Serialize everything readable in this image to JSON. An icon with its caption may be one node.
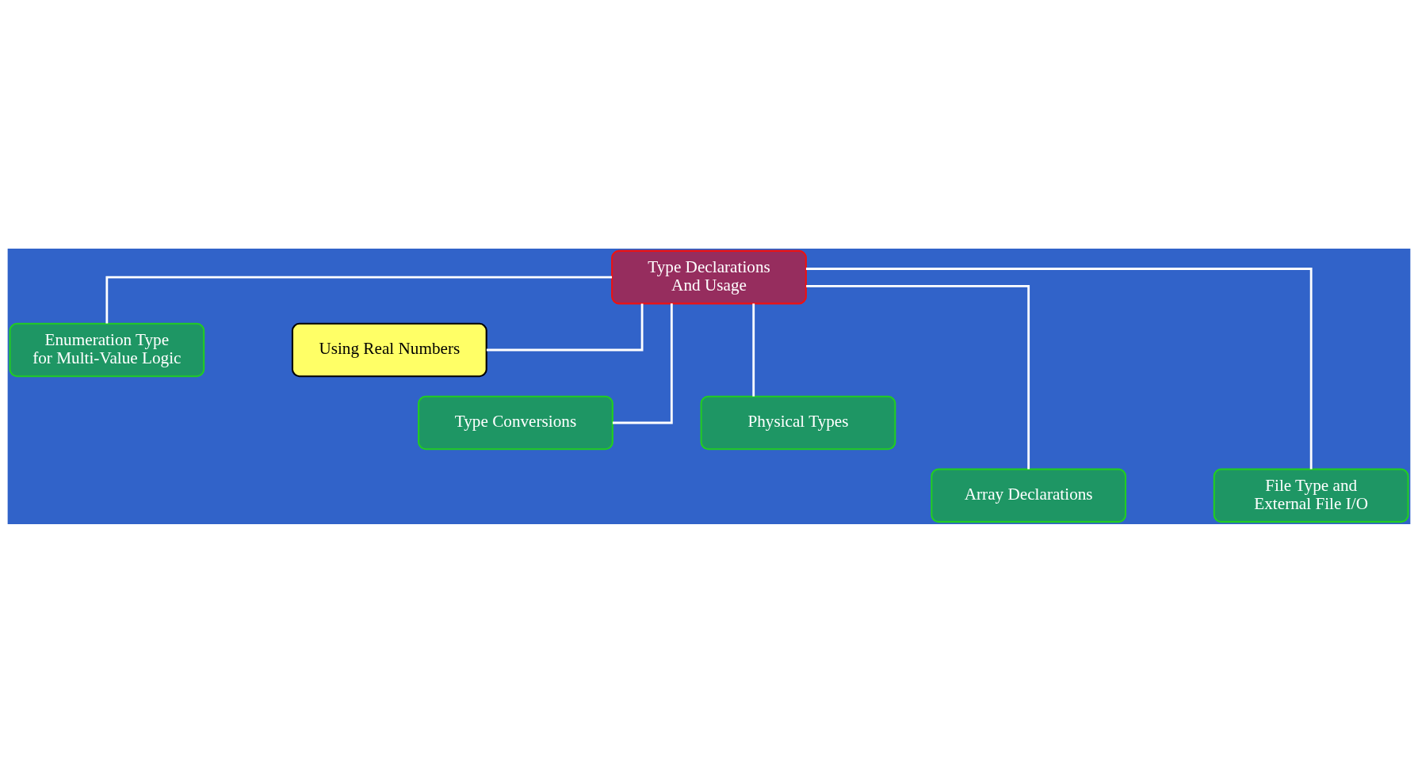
{
  "diagram": {
    "nodes": [
      {
        "text": [
          "Type Declarations And Usage"
        ]
      },
      {
        "text": [
          "Enumeration Type for Multi-Value Logic"
        ]
      },
      {
        "text": [
          "Using Real Numbers"
        ]
      },
      {
        "text": [
          "Type Conversions"
        ]
      },
      {
        "text": [
          "Physical Types"
        ]
      },
      {
        "text": [
          "Array Declarations"
        ]
      },
      {
        "text": [
          "File Type and External File I/O"
        ]
      }
    ],
    "edges": [
      {
        "from": 0,
        "to": 1,
        "arrow": "none"
      },
      {
        "from": 0,
        "to": 2,
        "arrow": "none"
      },
      {
        "from": 0,
        "to": 3,
        "arrow": "none"
      },
      {
        "from": 0,
        "to": 4,
        "arrow": "none"
      },
      {
        "from": 0,
        "to": 5,
        "arrow": "none"
      },
      {
        "from": 0,
        "to": 6,
        "arrow": "none"
      }
    ]
  }
}
